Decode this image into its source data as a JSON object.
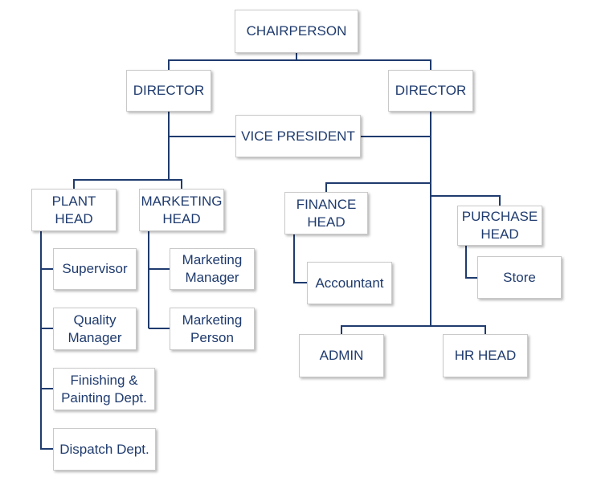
{
  "diagram": {
    "line_color": "#1f3b6e",
    "text_color": "#1f3b6e",
    "box_border_color": "#c9c9c9",
    "nodes": {
      "chairperson": "CHAIRPERSON",
      "director_left": "DIRECTOR",
      "director_right": "DIRECTOR",
      "vice_president": "VICE PRESIDENT",
      "plant_head": "PLANT\nHEAD",
      "marketing_head": "MARKETING\nHEAD",
      "finance_head": "FINANCE\nHEAD",
      "purchase_head": "PURCHASE\nHEAD",
      "supervisor": "Supervisor",
      "quality_manager": "Quality\nManager",
      "finishing_painting": "Finishing &\nPainting Dept.",
      "dispatch": "Dispatch Dept.",
      "marketing_manager": "Marketing\nManager",
      "marketing_person": "Marketing\nPerson",
      "accountant": "Accountant",
      "store": "Store",
      "admin": "ADMIN",
      "hr_head": "HR HEAD"
    }
  }
}
